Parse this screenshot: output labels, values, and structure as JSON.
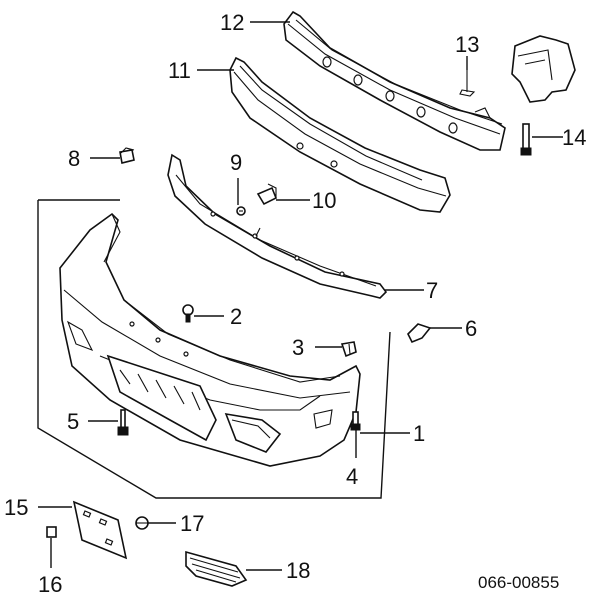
{
  "diagram": {
    "callouts": [
      {
        "id": "c1",
        "label": "1"
      },
      {
        "id": "c2",
        "label": "2"
      },
      {
        "id": "c3",
        "label": "3"
      },
      {
        "id": "c4",
        "label": "4"
      },
      {
        "id": "c5",
        "label": "5"
      },
      {
        "id": "c6",
        "label": "6"
      },
      {
        "id": "c7",
        "label": "7"
      },
      {
        "id": "c8",
        "label": "8"
      },
      {
        "id": "c9",
        "label": "9"
      },
      {
        "id": "c10",
        "label": "10"
      },
      {
        "id": "c11",
        "label": "11"
      },
      {
        "id": "c12",
        "label": "12"
      },
      {
        "id": "c13",
        "label": "13"
      },
      {
        "id": "c14",
        "label": "14"
      },
      {
        "id": "c15",
        "label": "15"
      },
      {
        "id": "c16",
        "label": "16"
      },
      {
        "id": "c17",
        "label": "17"
      },
      {
        "id": "c18",
        "label": "18"
      }
    ],
    "diagram_code": "066-00855"
  }
}
